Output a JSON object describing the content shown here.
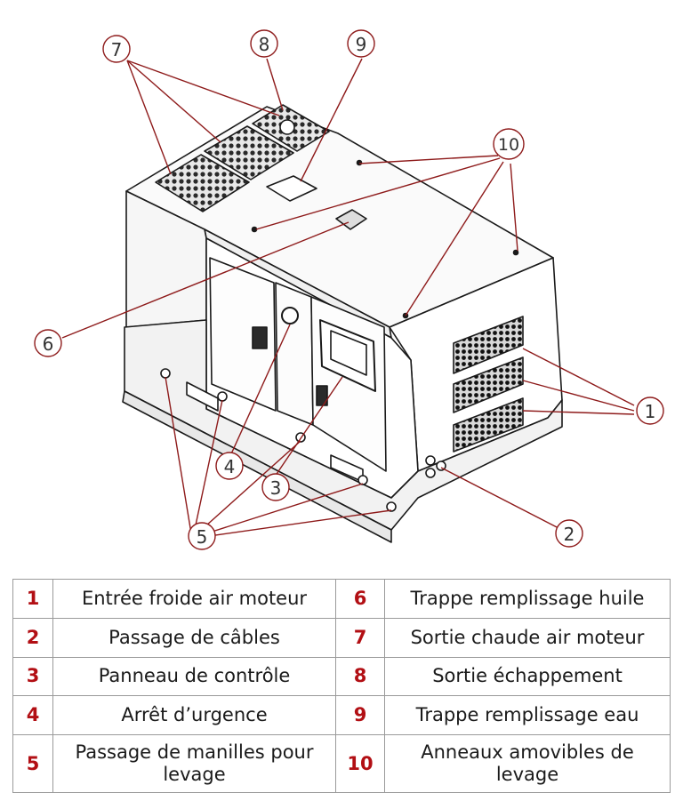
{
  "callouts": [
    "1",
    "2",
    "3",
    "4",
    "5",
    "6",
    "7",
    "8",
    "9",
    "10"
  ],
  "legend": {
    "rows": [
      {
        "n1": "1",
        "t1": "Entrée froide air moteur",
        "n2": "6",
        "t2": "Trappe remplissage huile"
      },
      {
        "n1": "2",
        "t1": "Passage de câbles",
        "n2": "7",
        "t2": "Sortie chaude air moteur"
      },
      {
        "n1": "3",
        "t1": "Panneau de contrôle",
        "n2": "8",
        "t2": "Sortie échappement"
      },
      {
        "n1": "4",
        "t1": "Arrêt d’urgence",
        "n2": "9",
        "t2": "Trappe remplissage eau"
      },
      {
        "n1": "5",
        "t1": "Passage de manilles pour levage",
        "n2": "10",
        "t2": "Anneaux amovibles de levage"
      }
    ]
  },
  "colors": {
    "number": "#b20f14",
    "line": "#8e1b1b",
    "drawing": "#1a1a1a"
  }
}
